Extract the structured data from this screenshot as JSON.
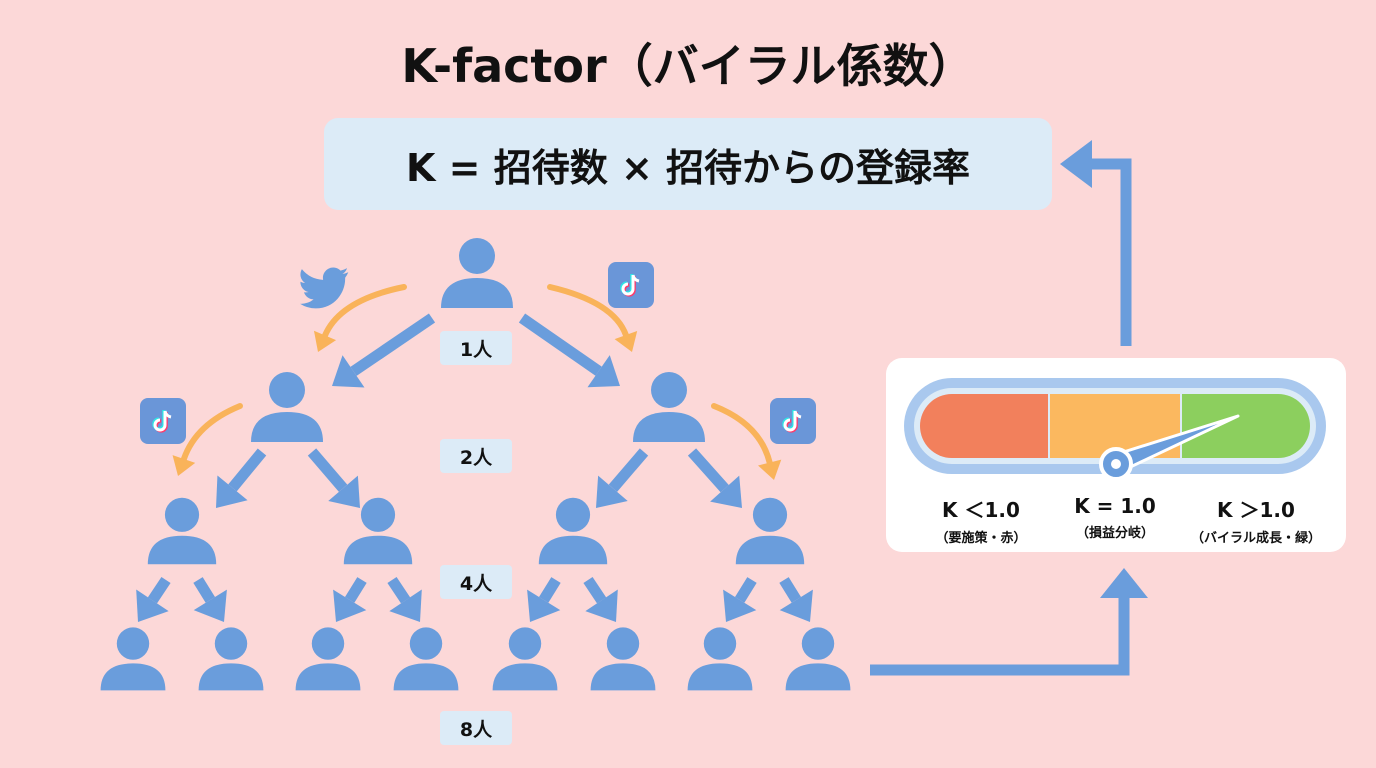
{
  "title": "K-factor（バイラル係数）",
  "formula": "K = 招待数 × 招待からの登録率",
  "levels": [
    {
      "label": "1人",
      "count": 1
    },
    {
      "label": "2人",
      "count": 2
    },
    {
      "label": "4人",
      "count": 4
    },
    {
      "label": "8人",
      "count": 8
    }
  ],
  "gauge": {
    "segments": [
      {
        "main": "K ＜1.0",
        "sub": "（要施策・赤）",
        "color": "#f2805c"
      },
      {
        "main": "K = 1.0",
        "sub": "（損益分岐）",
        "color": "#fbb85f"
      },
      {
        "main": "K ＞1.0",
        "sub": "（バイラル成長・緑）",
        "color": "#8ccf5e"
      }
    ],
    "frame_color": "#a9c8ee"
  },
  "icons": {
    "person": "person-icon",
    "twitter": "twitter-bird-icon",
    "tiktok": "tiktok-icon"
  },
  "colors": {
    "background": "#fcd8d8",
    "person": "#6a9ddc",
    "flow_arrow": "#6a9ddc",
    "share_arrow": "#f9b35a",
    "label_bg": "#dcebf7"
  }
}
